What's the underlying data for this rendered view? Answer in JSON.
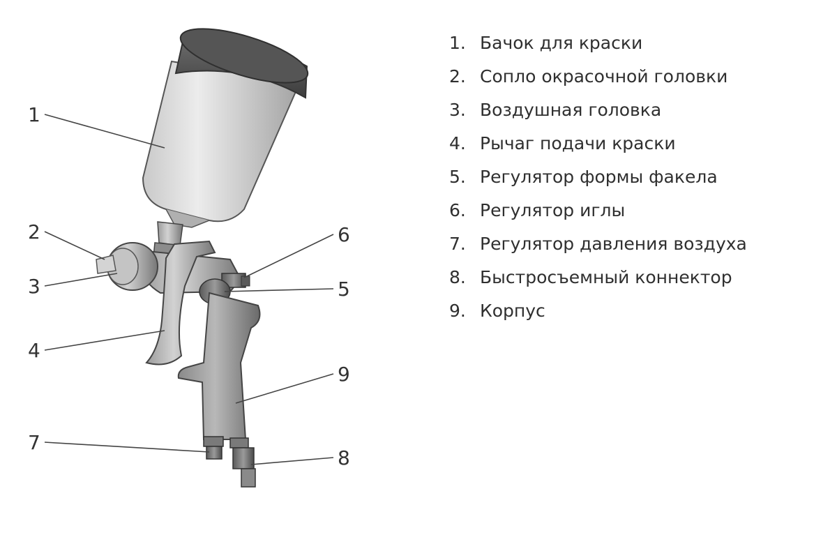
{
  "legend": [
    {
      "number": "1.",
      "label": "Бачок для краски"
    },
    {
      "number": "2.",
      "label": "Сопло окрасочной головки"
    },
    {
      "number": "3.",
      "label": "Воздушная головка"
    },
    {
      "number": "4.",
      "label": "Рычаг подачи краски"
    },
    {
      "number": "5.",
      "label": "Регулятор формы факела"
    },
    {
      "number": "6.",
      "label": "Регулятор иглы"
    },
    {
      "number": "7.",
      "label": "Регулятор давления воздуха"
    },
    {
      "number": "8.",
      "label": "Быстросъемный коннектор"
    },
    {
      "number": "9.",
      "label": "Корпус"
    }
  ],
  "callouts": [
    "1",
    "2",
    "3",
    "4",
    "5",
    "6",
    "7",
    "8",
    "9"
  ]
}
